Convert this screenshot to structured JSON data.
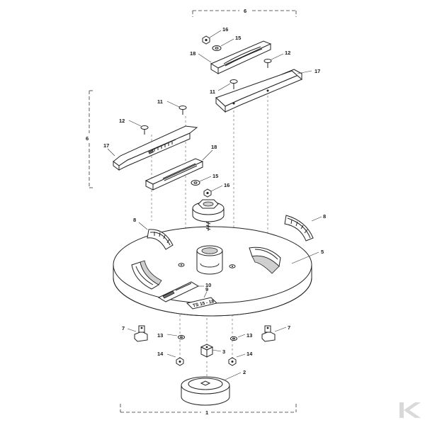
{
  "diagram": {
    "callouts": {
      "c1": "1",
      "c2": "2",
      "c3": "3",
      "c5": "5",
      "c6_top": "6",
      "c6_left": "6",
      "c7_left": "7",
      "c7_right": "7",
      "c8_left": "8",
      "c8_right": "8",
      "c9": "9",
      "c10": "10",
      "c11_top": "11",
      "c11_left": "11",
      "c12_top": "12",
      "c12_left": "12",
      "c13_left": "13",
      "c13_right": "13",
      "c14_left": "14",
      "c14_right": "14",
      "c15_top": "15",
      "c15_left": "15",
      "c16_top": "16",
      "c16_left": "16",
      "c17_top": "17",
      "c17_left": "17",
      "c18_top": "18",
      "c18_left": "18"
    },
    "plate_text": "TS 15 - 18",
    "logo_alt": "K"
  },
  "colors": {
    "ink": "#222222",
    "fill": "#ffffff",
    "shade": "#cfcfcf",
    "logo": "#d9d9d9"
  }
}
